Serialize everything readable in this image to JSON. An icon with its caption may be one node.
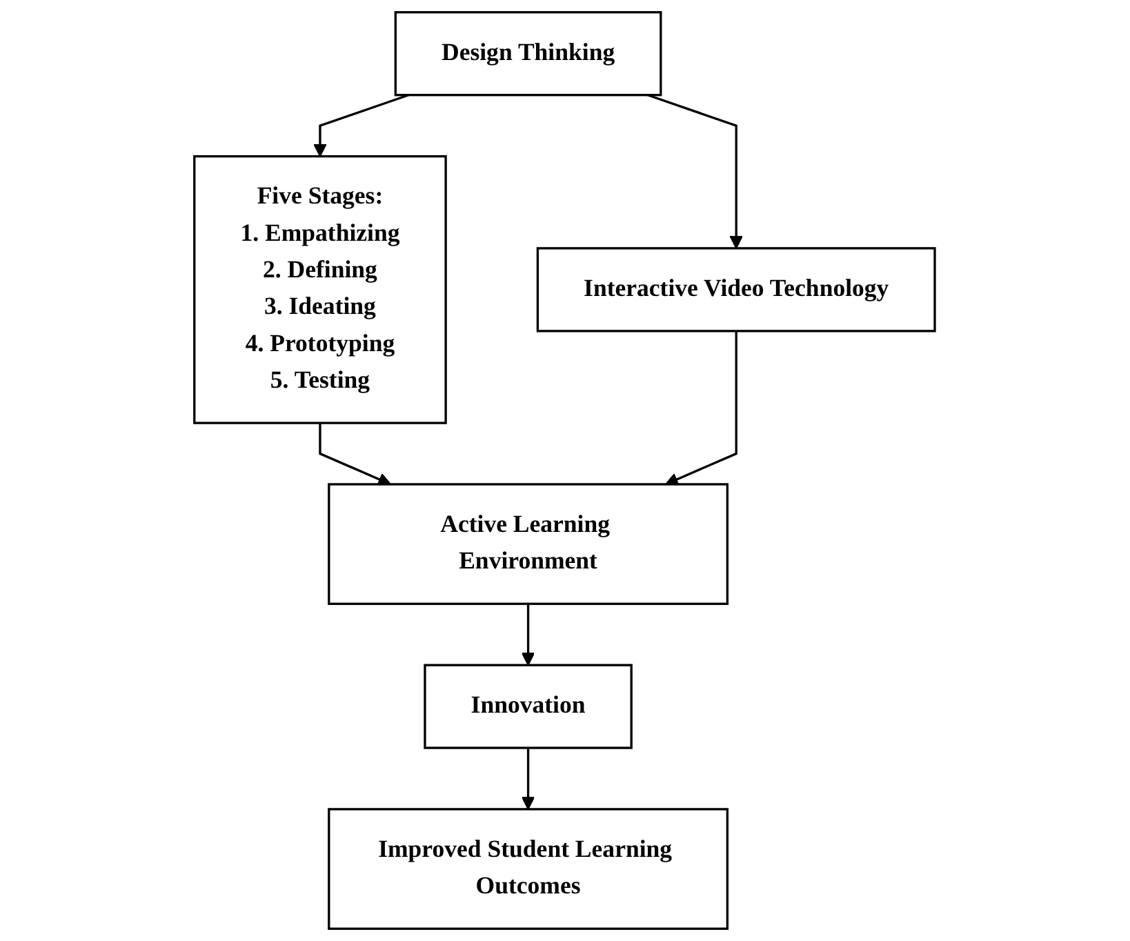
{
  "diagram": {
    "nodes": [
      {
        "text": [
          "Design Thinking"
        ]
      },
      {
        "text": [
          "Interactive Video Technology"
        ]
      },
      {
        "text": [
          "Five Stages:",
          "1. Empathizing",
          "2. Defining",
          "3. Ideating",
          "4. Prototyping",
          "5. Testing"
        ]
      },
      {
        "text": [
          "Active Learning Environment"
        ]
      },
      {
        "text": [
          "Innovation"
        ]
      },
      {
        "text": [
          "Improved Student Learning Outcomes"
        ]
      }
    ],
    "edges": [
      {
        "from": 0,
        "to": 1,
        "arrow": "to"
      },
      {
        "from": 0,
        "to": 2,
        "arrow": "to"
      },
      {
        "from": 2,
        "to": 3,
        "arrow": "to"
      },
      {
        "from": 1,
        "to": 3,
        "arrow": "to"
      },
      {
        "from": 3,
        "to": 4,
        "arrow": "to"
      },
      {
        "from": 4,
        "to": 5,
        "arrow": "to"
      }
    ]
  }
}
